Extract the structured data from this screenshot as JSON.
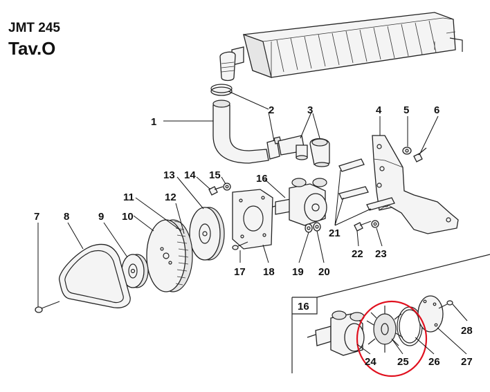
{
  "header": {
    "model": "JMT 245",
    "table": "Tav.O"
  },
  "inset": {
    "label": "16"
  },
  "highlight": {
    "color": "#e0101e",
    "target_part": "25"
  },
  "callouts": [
    "1",
    "2",
    "3",
    "4",
    "5",
    "6",
    "7",
    "8",
    "9",
    "10",
    "11",
    "12",
    "13",
    "14",
    "15",
    "16",
    "17",
    "18",
    "19",
    "20",
    "21",
    "22",
    "23",
    "24",
    "25",
    "26",
    "27",
    "28"
  ]
}
